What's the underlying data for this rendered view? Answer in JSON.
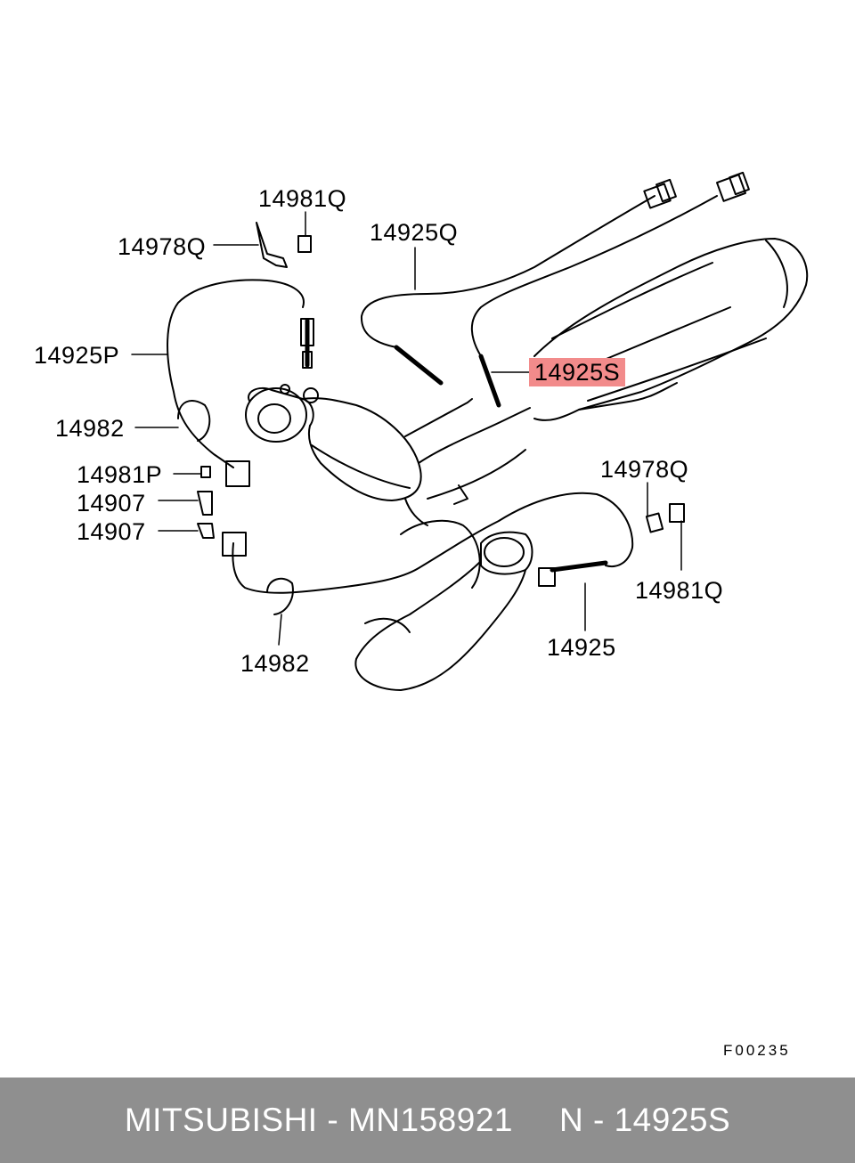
{
  "callouts": [
    {
      "id": "14981Q-top",
      "text": "14981Q",
      "highlighted": false
    },
    {
      "id": "14978Q-top",
      "text": "14978Q",
      "highlighted": false
    },
    {
      "id": "14925Q",
      "text": "14925Q",
      "highlighted": false
    },
    {
      "id": "14925P",
      "text": "14925P",
      "highlighted": false
    },
    {
      "id": "14925S",
      "text": "14925S",
      "highlighted": true
    },
    {
      "id": "14982-upper",
      "text": "14982",
      "highlighted": false
    },
    {
      "id": "14981P",
      "text": "14981P",
      "highlighted": false
    },
    {
      "id": "14907-a",
      "text": "14907",
      "highlighted": false
    },
    {
      "id": "14907-b",
      "text": "14907",
      "highlighted": false
    },
    {
      "id": "14978Q-right",
      "text": "14978Q",
      "highlighted": false
    },
    {
      "id": "14981Q-right",
      "text": "14981Q",
      "highlighted": false
    },
    {
      "id": "14925",
      "text": "14925",
      "highlighted": false
    },
    {
      "id": "14982-lower",
      "text": "14982",
      "highlighted": false
    }
  ],
  "figure_code": "F00235",
  "footer": {
    "brand_part": "MITSUBISHI - MN158921",
    "ref": "N - 14925S"
  },
  "colors": {
    "highlight": "#f28b8b",
    "footer_bg": "#8f8f8f",
    "footer_text": "#ffffff"
  }
}
